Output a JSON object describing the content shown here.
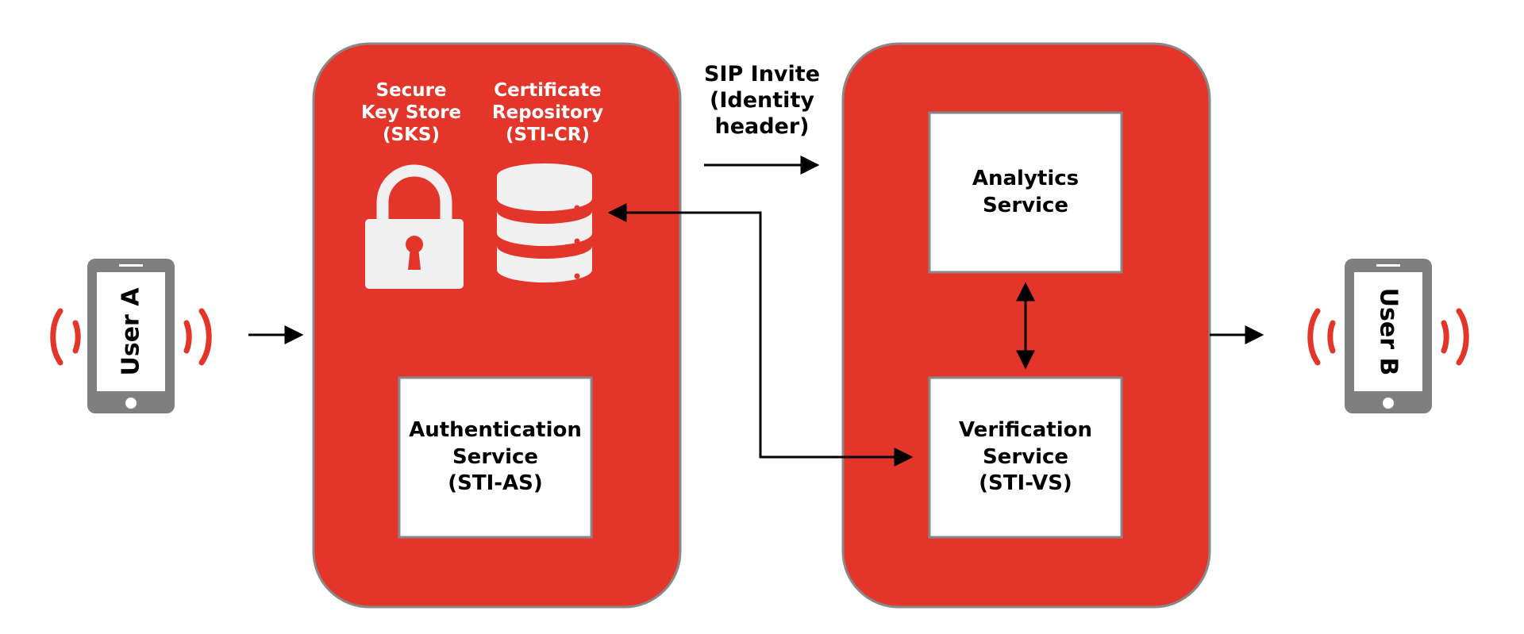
{
  "sip_invite": {
    "line1": "SIP Invite",
    "line2": "(Identity",
    "line3": "header)"
  },
  "sks": {
    "line1": "Secure",
    "line2": "Key Store",
    "line3": "(SKS)",
    "icon": "lock-icon"
  },
  "cr": {
    "line1": "Certificate",
    "line2": "Repository",
    "line3": "(STI-CR)",
    "icon": "database-icon"
  },
  "auth_service": {
    "line1": "Authentication",
    "line2": "Service",
    "line3": "(STI-AS)"
  },
  "analytics_service": {
    "line1": "Analytics",
    "line2": "Service"
  },
  "verification_service": {
    "line1": "Verification",
    "line2": "Service",
    "line3": "(STI-VS)"
  },
  "user_a": {
    "label": "User A"
  },
  "user_b": {
    "label": "User B"
  },
  "colors": {
    "panel_red": "#e4352b",
    "panel_border": "#888888",
    "icon_gray": "#f0f0f0",
    "phone_gray": "#7f7f7f"
  }
}
